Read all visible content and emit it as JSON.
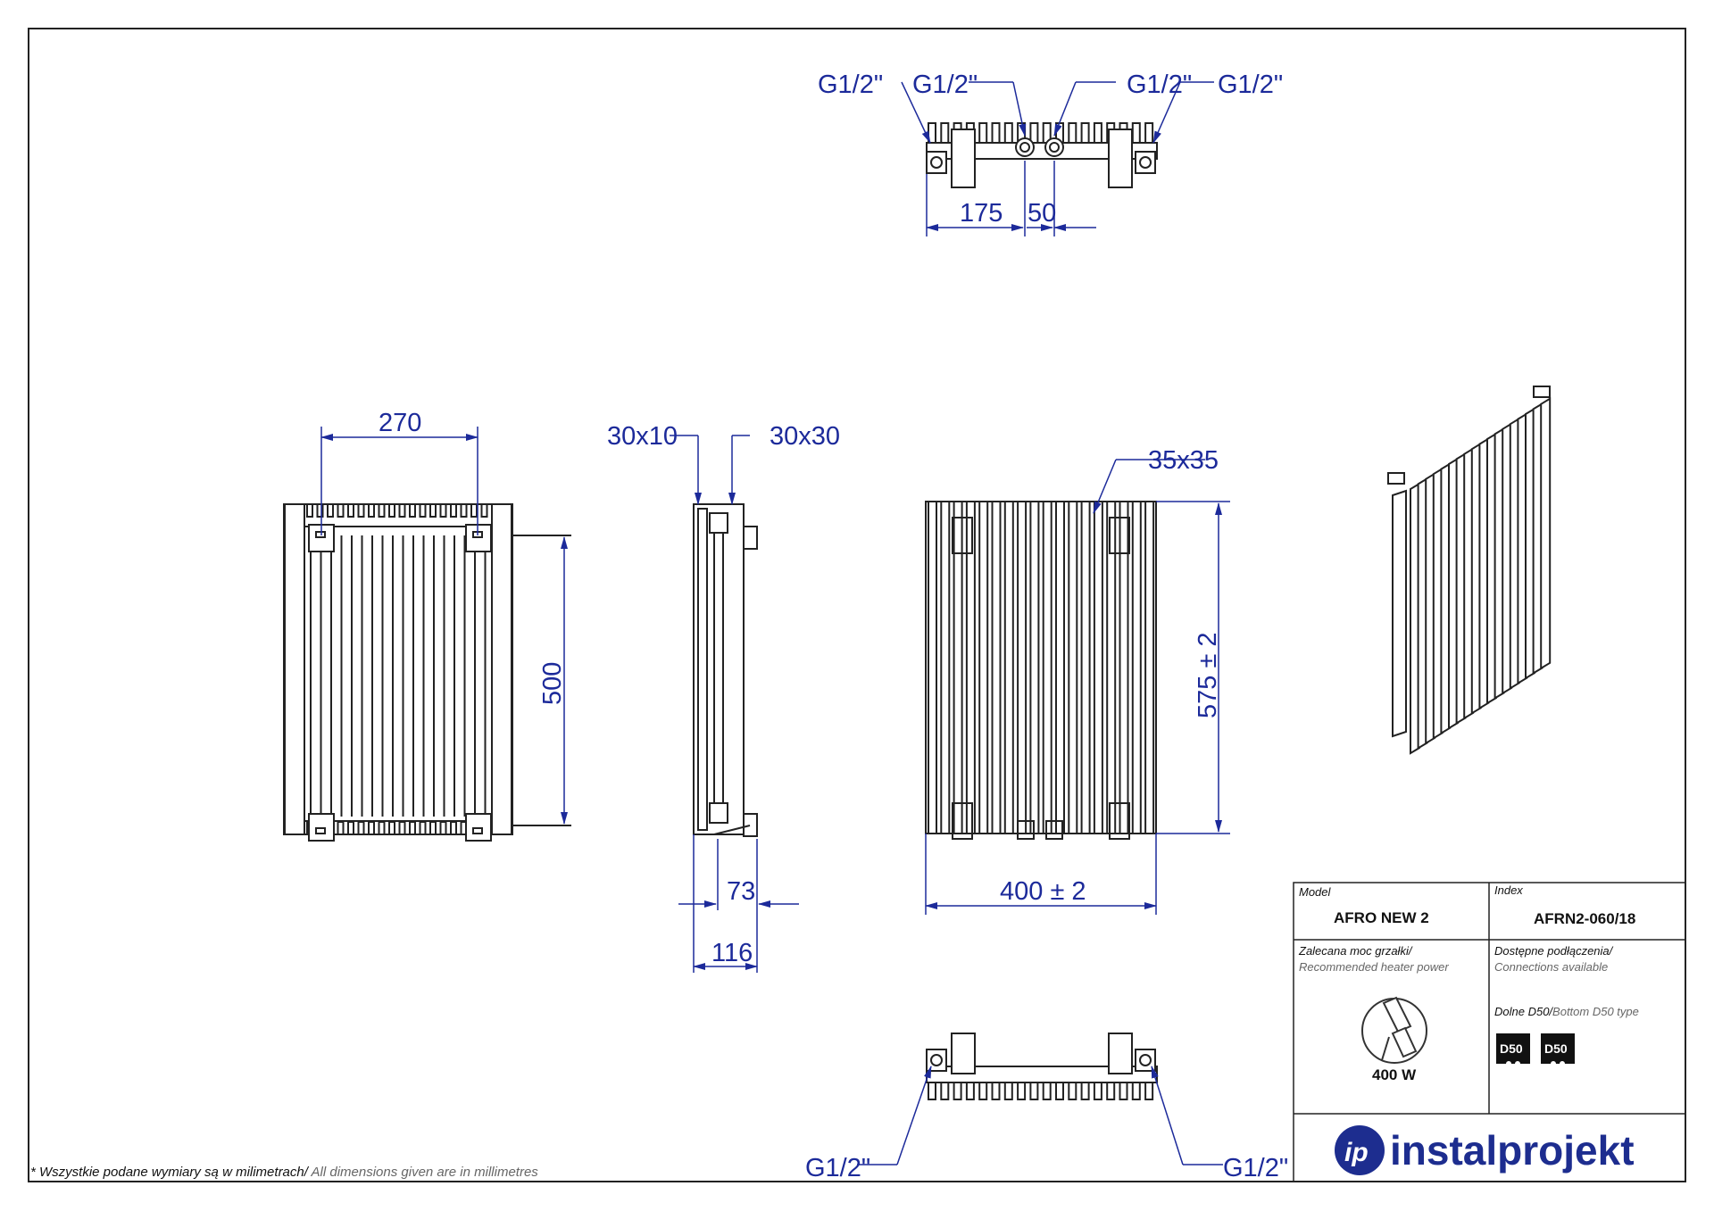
{
  "dimensions": {
    "top_view": {
      "connection_labels": [
        "G1/2\"",
        "G1/2\"",
        "G1/2\"",
        "G1/2\""
      ],
      "dim_175": "175",
      "dim_50": "50"
    },
    "front_view": {
      "dim_width": "270",
      "dim_height": "500"
    },
    "side_view": {
      "profile_a": "30x10",
      "profile_b": "30x30",
      "dim_73": "73",
      "dim_116": "116"
    },
    "back_view": {
      "tube_profile": "35x35",
      "dim_height": "575 ± 2",
      "dim_width": "400 ± 2"
    },
    "bottom_view": {
      "connection_labels": [
        "G1/2\"",
        "G1/2\""
      ]
    }
  },
  "title_block": {
    "model_label": "Model",
    "model_value": "AFRO NEW 2",
    "index_label": "Index",
    "index_value": "AFRN2-060/18",
    "power_label_pl": "Zalecana moc grzałki/",
    "power_label_en": "Recommended heater power",
    "power_value": "400 W",
    "connections_label_pl": "Dostępne podłączenia/",
    "connections_label_en": "Connections available",
    "connection_type_pl": "Dolne D50/",
    "connection_type_en": "Bottom D50 type",
    "badges": [
      "D50",
      "D50"
    ],
    "brand": "instalprojekt",
    "brand_logo": "ip"
  },
  "footnote": {
    "pl": "* Wszystkie podane wymiary są w milimetrach/",
    "en": " All dimensions given are in millimetres"
  },
  "colors": {
    "dimension": "#1c2a9a",
    "line": "#222222",
    "brand": "#1d2d8f"
  }
}
